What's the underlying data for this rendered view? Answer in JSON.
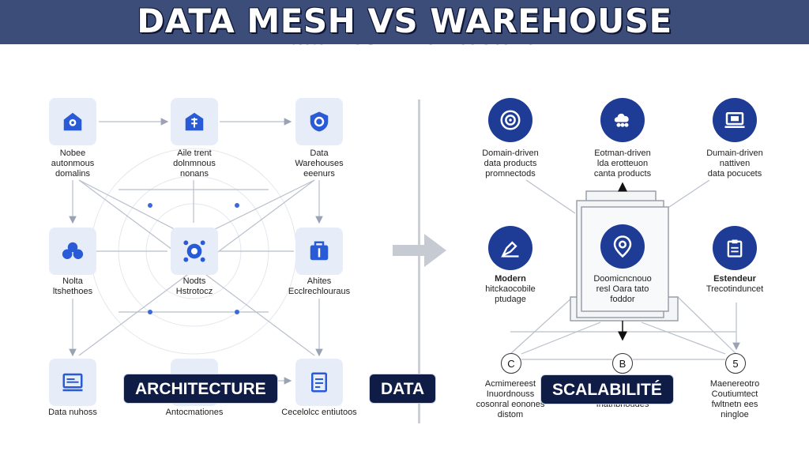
{
  "header": {
    "title": "DATA MESH VS WAREHOUSE",
    "subtitle": "Data mesh Architecture"
  },
  "badges": {
    "architecture": "ARCHITECTURE",
    "data": "DATA",
    "scalabilite": "SCALABILITÉ"
  },
  "left_nodes": [
    {
      "lines": [
        "Nobee",
        "autonmous",
        "domalins"
      ]
    },
    {
      "lines": [
        "Aile trent",
        "dolnmnous",
        "nonans"
      ]
    },
    {
      "lines": [
        "Data",
        "Warehouses",
        "eeenurs"
      ]
    },
    {
      "lines": [
        "Nolta",
        "ltshethoes"
      ]
    },
    {
      "lines": [
        "Nodts",
        "Hstrotocz"
      ]
    },
    {
      "lines": [
        "Ahites",
        "Ecclrechlouraus"
      ]
    },
    {
      "lines": [
        "Data nuhoss"
      ]
    },
    {
      "lines": [
        "Antocmationes"
      ]
    },
    {
      "lines": [
        "Cecelolcc entiutoos"
      ]
    }
  ],
  "right_nodes": [
    {
      "lines": [
        "Domain-driven",
        "data products",
        "promnectods"
      ]
    },
    {
      "lines": [
        "Eotman-driven",
        "lda erotteuon",
        "canta products"
      ]
    },
    {
      "lines": [
        "Dumain-driven",
        "nattiven",
        "data pocucets"
      ]
    },
    {
      "bold": "Modern",
      "lines": [
        "hitckaocobile",
        "ptudage"
      ]
    },
    {
      "lines": [
        "Doomicncnouo",
        "resl Oara tato",
        "foddor"
      ]
    },
    {
      "bold": "Estendeur",
      "lines": [
        "Trecotinduncet"
      ]
    }
  ],
  "bottom_nodes": [
    {
      "mark": "C",
      "lines": [
        "Acmimereest",
        "Inuordnouss",
        "cosonral eonones",
        "distom"
      ]
    },
    {
      "mark": "B",
      "lines": [
        "Inathbnoudes"
      ]
    },
    {
      "mark": "5",
      "lines": [
        "Maenereotro",
        "Coutiumtect",
        "fwltnetn ees",
        "ningloe"
      ]
    }
  ],
  "icons": {
    "left": [
      "shield-location-icon",
      "building-icon",
      "shield-icon",
      "people-icon",
      "hub-icon",
      "briefcase-icon",
      "monitor-icon",
      "document-icon",
      "clipboard-icon"
    ],
    "right": [
      "target-icon",
      "cloud-people-icon",
      "laptop-icon",
      "edit-icon",
      "location-pin-icon",
      "clipboard-icon"
    ]
  },
  "colors": {
    "header_bar": "#3d4d7a",
    "badge_bg": "#0f1c46",
    "icon_blue": "#2a5bd7",
    "icon_dark_blue": "#1e3c96"
  }
}
